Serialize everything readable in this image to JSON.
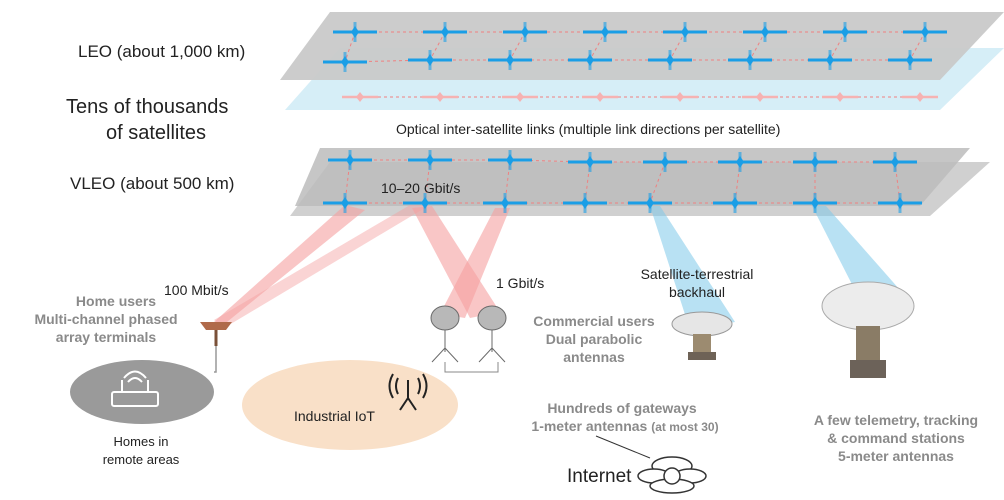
{
  "orbits": {
    "leo_label": "LEO (about 1,000 km)",
    "constellation_label_line1": "Tens of thousands",
    "constellation_label_line2": "of satellites",
    "optical_links_label": "Optical inter-satellite links (multiple link directions per satellite)",
    "vleo_label": "VLEO (about 500 km)",
    "isl_rate": "10–20 Gbit/s"
  },
  "users": {
    "home_rate": "100 Mbit/s",
    "home_title_line1": "Home users",
    "home_title_line2": "Multi-channel phased",
    "home_title_line3": "array terminals",
    "homes_line1": "Homes in",
    "homes_line2": "remote areas",
    "iot_label": "Industrial IoT",
    "commercial_rate": "1 Gbit/s",
    "commercial_line1": "Commercial users",
    "commercial_line2": "Dual parabolic",
    "commercial_line3": "antennas"
  },
  "ground": {
    "backhaul_line1": "Satellite-terrestrial",
    "backhaul_line2": "backhaul",
    "gateways_line1": "Hundreds of gateways",
    "gateways_line2_prefix": "1-meter antennas ",
    "gateways_line2_suffix": "(at most 30)",
    "internet_label": "Internet",
    "ttc_line1": "A few telemetry, tracking",
    "ttc_line2": "& command stations",
    "ttc_line3": "5-meter antennas"
  },
  "colors": {
    "satellite": "#1a9ee6",
    "plane": "#c9c9c9",
    "plane_light": "#d6eef7",
    "link_red": "#f08080",
    "beam_blue": "#7ec8ea",
    "iot_fill": "#f9e0c8",
    "home_fill": "#9a9a9a"
  },
  "icons": [
    "satellite-icon",
    "wifi-router-icon",
    "phased-array-antenna-icon",
    "parabolic-antenna-icon",
    "iot-antenna-icon",
    "cloud-network-icon",
    "ground-station-dish-icon"
  ]
}
